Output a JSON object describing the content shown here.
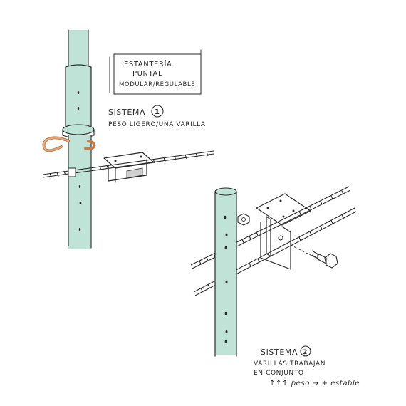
{
  "title_box": {
    "line1": "ESTANTERÍA",
    "line2": "PUNTAL",
    "line3": "MODULAR/REGULABLE"
  },
  "system1": {
    "heading": "SISTEMA",
    "number": "1",
    "subtitle": "PESO LIGERO/UNA VARILLA"
  },
  "system2": {
    "heading": "SISTEMA",
    "number": "2",
    "line1": "VARILLAS TRABAJAN",
    "line2": "EN CONJUNTO",
    "line3": "↑↑↑ peso → + estable"
  },
  "colors": {
    "pipe": "#bfe3d6",
    "clip": "#e0a87e",
    "ink": "#2a2a2a"
  }
}
